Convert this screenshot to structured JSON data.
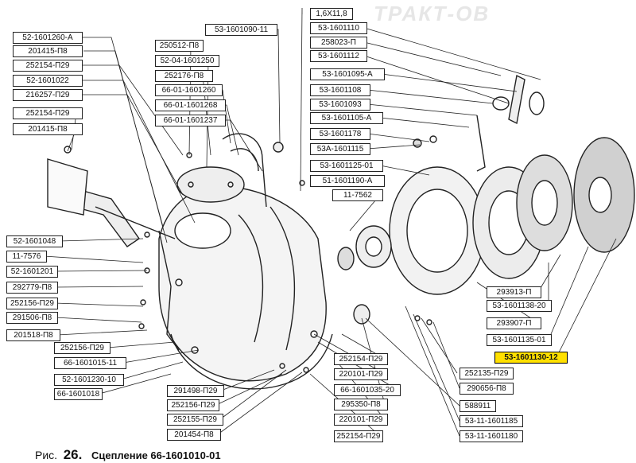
{
  "watermark": "ТРАКТ-ОВ",
  "caption": {
    "prefix": "Рис.",
    "number": "26.",
    "title": "Сцепление 66-1601010-01"
  },
  "labels": {
    "l1": "52-1601260-А",
    "l2": "201415-П8",
    "l3": "252154-П29",
    "l4": "52-1601022",
    "l5": "216257-П29",
    "l6": "252154-П29",
    "l7": "201415-П8",
    "l8": "250512-П8",
    "l9": "52-04-1601250",
    "l10": "252176-П8",
    "l11": "66-01-1601260",
    "l12": "66-01-1601268",
    "l13": "66-01-1601237",
    "l14": "53-1601090-11",
    "l15": "1,6Х11,8",
    "l16": "53-1601110",
    "l17": "258023-П",
    "l18": "53-1601112",
    "l19": "53-1601095-А",
    "l20": "53-1601108",
    "l21": "53-1601093",
    "l22": "53-1601105-А",
    "l23": "53-1601178",
    "l24": "53А-1601115",
    "l25": "53-1601125-01",
    "l26": "51-1601190-А",
    "l27": "11-7562",
    "l28": "52-1601048",
    "l29": "11-7576",
    "l30": "52-1601201",
    "l31": "292779-П8",
    "l32": "252156-П29",
    "l33": "291506-П8",
    "l34": "201518-П8",
    "l35": "252156-П29",
    "l36": "66-1601015-11",
    "l37": "52-1601230-10",
    "l38": "66-1601018",
    "l39": "291498-П29",
    "l40": "252156-П29",
    "l41": "252155-П29",
    "l42": "201454-П8",
    "l43": "252154-П29",
    "l44": "220101-П29",
    "l45": "66-1601035-20",
    "l46": "295350-П8",
    "l47": "220101-П29",
    "l48": "252154-П29",
    "l49": "293913-П",
    "l50": "53-1601138-20",
    "l51": "293907-П",
    "l52": "53-1601135-01",
    "l53": "53-1601130-12",
    "l54": "252135-П29",
    "l55": "290656-П8",
    "l56": "588911",
    "l57": "53-11-1601185",
    "l58": "53-11-1601180"
  },
  "highlight_color": "#ffe000"
}
